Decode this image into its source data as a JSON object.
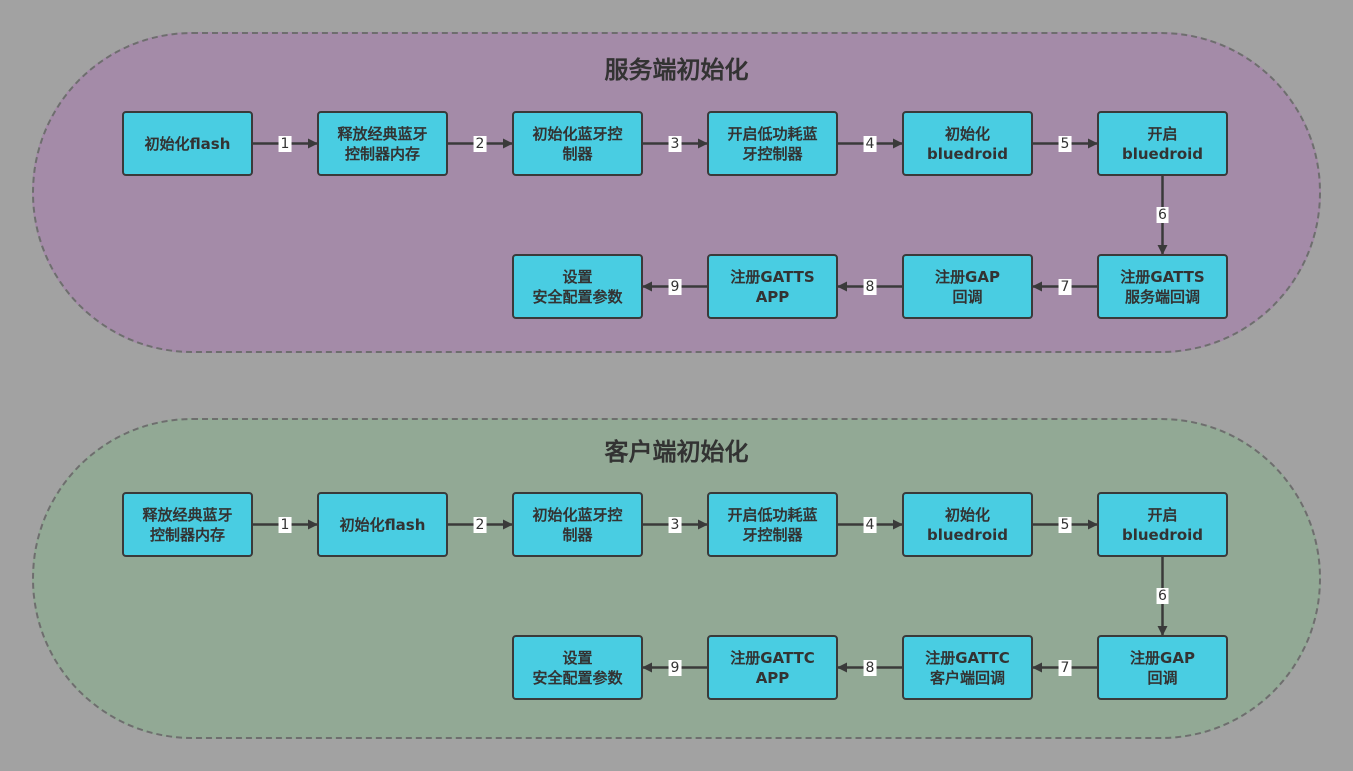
{
  "server": {
    "title": "服务端初始化",
    "steps": [
      "初始化flash",
      "释放经典蓝牙\n控制器内存",
      "初始化蓝牙控\n制器",
      "开启低功耗蓝\n牙控制器",
      "初始化\nbluedroid",
      "开启\nbluedroid",
      "注册GATTS\n服务端回调",
      "注册GAP\n回调",
      "注册GATTS\nAPP",
      "设置\n安全配置参数"
    ],
    "edges": [
      "1",
      "2",
      "3",
      "4",
      "5",
      "6",
      "7",
      "8",
      "9"
    ]
  },
  "client": {
    "title": "客户端初始化",
    "steps": [
      "释放经典蓝牙\n控制器内存",
      "初始化flash",
      "初始化蓝牙控\n制器",
      "开启低功耗蓝\n牙控制器",
      "初始化\nbluedroid",
      "开启\nbluedroid",
      "注册GAP\n回调",
      "注册GATTC\n客户端回调",
      "注册GATTC\nAPP",
      "设置\n安全配置参数"
    ],
    "edges": [
      "1",
      "2",
      "3",
      "4",
      "5",
      "6",
      "7",
      "8",
      "9"
    ]
  },
  "colors": {
    "box": "#49cde2",
    "server_bg": "#a48ba8",
    "client_bg": "#92a995",
    "arrow": "#3a3a3a"
  }
}
